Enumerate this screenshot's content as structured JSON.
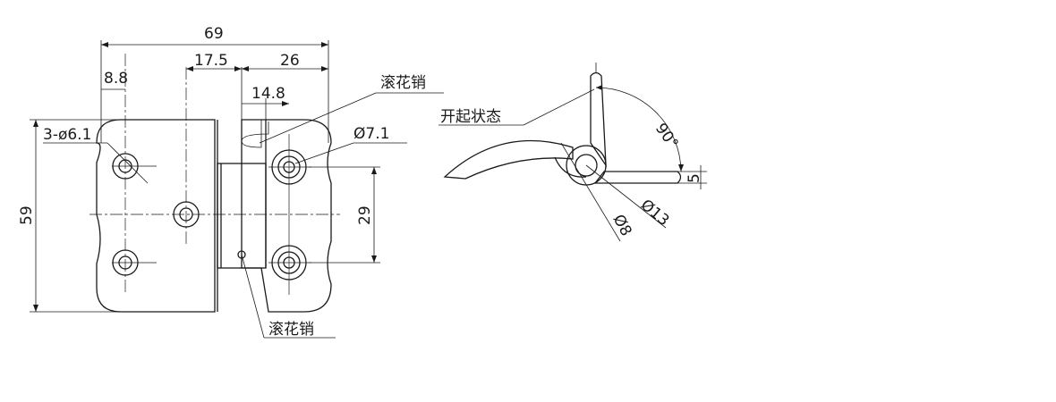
{
  "dimensions": {
    "overall_width": "69",
    "hole_offset_left": "8.8",
    "pin_offset": "17.5",
    "right_width": "26",
    "knurl_offset": "14.8",
    "holes_spec": "3-ø6.1",
    "hole_right": "Ø7.1",
    "height": "59",
    "hole_pitch": "29",
    "angle": "90°",
    "leaf_thickness": "5",
    "pin_dia": "Ø8",
    "knuckle_dia": "Ø13"
  },
  "labels": {
    "knurled_pin_top": "滚花销",
    "knurled_pin_bottom": "滚花销",
    "open_state": "开起状态"
  }
}
